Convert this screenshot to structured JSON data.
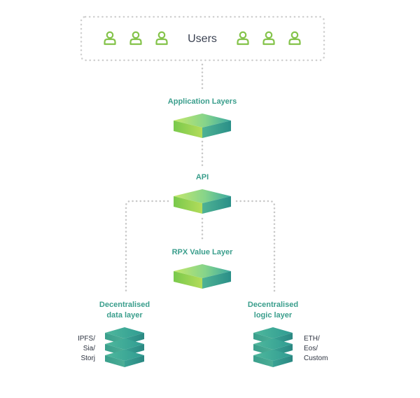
{
  "users_panel": {
    "title": "Users",
    "user_icon_count": 6
  },
  "layers": {
    "application": "Application Layers",
    "api": "API",
    "value": "RPX Value Layer",
    "data": [
      "Decentralised",
      "data layer"
    ],
    "logic": [
      "Decentralised",
      "logic layer"
    ]
  },
  "storage_options": [
    "IPFS/",
    "Sia/",
    "Storj"
  ],
  "chain_options": [
    "ETH/",
    "Eos/",
    "Custom"
  ],
  "colors": {
    "accent": "#3a9e8c",
    "gradient_light": "#c6e86a",
    "gradient_dark": "#2f9c92",
    "connector": "#c8c8c8",
    "text_dark": "#2d3340"
  }
}
